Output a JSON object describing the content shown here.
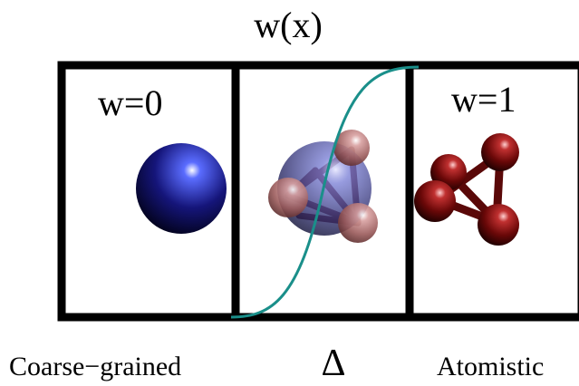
{
  "diagram": {
    "title": "w(x)",
    "left_region_weight": "w=0",
    "right_region_weight": "w=1",
    "bottom_labels": {
      "left": "Coarse−grained",
      "middle": "Δ",
      "right": "Atomistic"
    }
  },
  "colors": {
    "frame": "#000000",
    "weight_curve": "#1a8f8a",
    "coarse_bead": "#1a1a9e",
    "atom": "#a01818",
    "bond": "#7a1010"
  }
}
